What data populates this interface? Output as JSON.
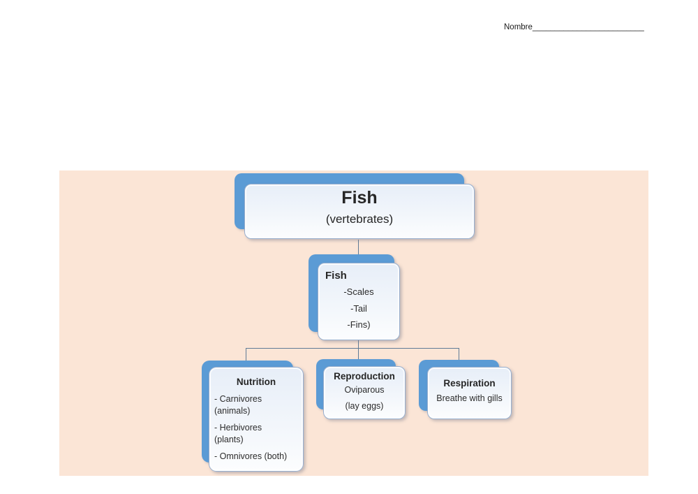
{
  "header": {
    "name_label": "Nombre",
    "name_blank": "_________________________"
  },
  "diagram": {
    "root": {
      "title": "Fish",
      "subtitle": "(vertebrates)"
    },
    "mid": {
      "title": "Fish",
      "items": [
        "-Scales",
        "-Tail",
        "-Fins)"
      ]
    },
    "children": [
      {
        "title": "Nutrition",
        "lines": [
          "- Carnivores",
          "(animals)",
          "- Herbivores",
          "(plants)",
          "- Omnivores (both)"
        ]
      },
      {
        "title": "Reproduction",
        "lines": [
          "Oviparous",
          "(lay eggs)"
        ]
      },
      {
        "title": "Respiration",
        "lines": [
          "Breathe with gills"
        ]
      }
    ],
    "colors": {
      "canvas_background": "#FBE5D6",
      "node_back_blue": "#5B9BD5",
      "card_border": "#97AECE",
      "card_fill_top": "#E7EEF8",
      "card_fill_bottom": "#FCFDFE",
      "connector": "#5F7B96",
      "text": "#262626"
    }
  }
}
